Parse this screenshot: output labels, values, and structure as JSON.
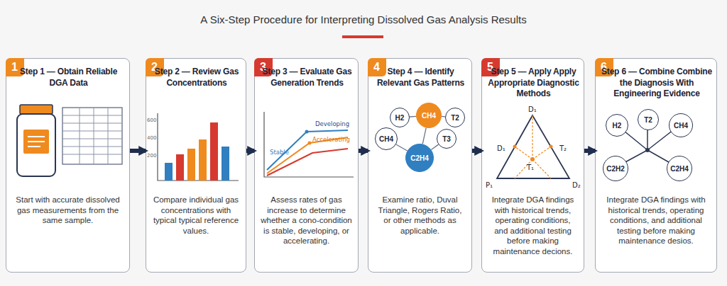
{
  "diagram": {
    "title": "A Six-Step Procedure for Interpreting Dissolved Gas Analysis Results",
    "nodes": [
      {
        "text": [
          "1",
          "Step 1 — Obtain Reliable DGA Data",
          "Start with accurate dissolved gas measurements from the same sample."
        ]
      },
      {
        "text": [
          "2",
          "Step 2 — Review Gas Concentrations",
          "Compare individual gas concentrations with typical typical reference values."
        ]
      },
      {
        "text": [
          "3",
          "Step 3 — Evaluate Gas Generation Trends",
          "Assess rates of gas increase to determine whether a cono-condition is stable, developing, or accelerating."
        ]
      },
      {
        "text": [
          "4",
          "Step 4 — Identify Relevant Gas Patterns",
          "Examine ratio, Duval Triangle, Rogers Ratio, or other methods as applicable."
        ]
      },
      {
        "text": [
          "H2"
        ],
        "in": 3
      },
      {
        "text": [
          "CH4"
        ],
        "in": 3
      },
      {
        "text": [
          "T2"
        ],
        "in": 3
      },
      {
        "text": [
          "CH4"
        ],
        "in": 3
      },
      {
        "text": [
          "T3"
        ],
        "in": 3
      },
      {
        "text": [
          "C2H4"
        ],
        "in": 3
      },
      {
        "text": [
          "5",
          "Step 5 — Apply Apply Appropriate Diagnostic Methods",
          "Integrate DGA findings with historical trends, operating conditions, and additional testing before making maintenance decions."
        ]
      },
      {
        "text": [
          "6",
          "Step 6 — Combine Combine the Diagnosis With Engineering Evidence",
          "Integrate DGA findings with historical trends, operating conditions, and additional testing before making maintenance desios."
        ]
      },
      {
        "text": [
          "H2"
        ],
        "in": 11
      },
      {
        "text": [
          "T2"
        ],
        "in": 11
      },
      {
        "text": [
          "CH4"
        ],
        "in": 11
      },
      {
        "text": [
          "C2H2"
        ],
        "in": 11
      },
      {
        "text": [
          "C2H4"
        ],
        "in": 11
      }
    ],
    "edges": [
      {
        "from": 0,
        "to": 1,
        "arrow": "to"
      },
      {
        "from": 1,
        "to": 2,
        "arrow": "to"
      },
      {
        "from": 2,
        "to": 3,
        "arrow": "to"
      },
      {
        "from": 3,
        "to": 10,
        "arrow": "to"
      },
      {
        "from": 10,
        "to": 11,
        "arrow": "to"
      },
      {
        "from": 4,
        "to": 5,
        "arrow": "none"
      },
      {
        "from": 5,
        "to": 6,
        "arrow": "none"
      },
      {
        "from": 5,
        "to": 9,
        "arrow": "none"
      },
      {
        "from": 7,
        "to": 9,
        "arrow": "none"
      },
      {
        "from": 8,
        "to": 9,
        "arrow": "none"
      }
    ],
    "labels": [
      "600",
      "400",
      "200",
      "Stable",
      "Developing",
      "Accelerating",
      "D₁",
      "D₁",
      "T₂",
      "P₁",
      "T₁",
      "D₂"
    ]
  }
}
